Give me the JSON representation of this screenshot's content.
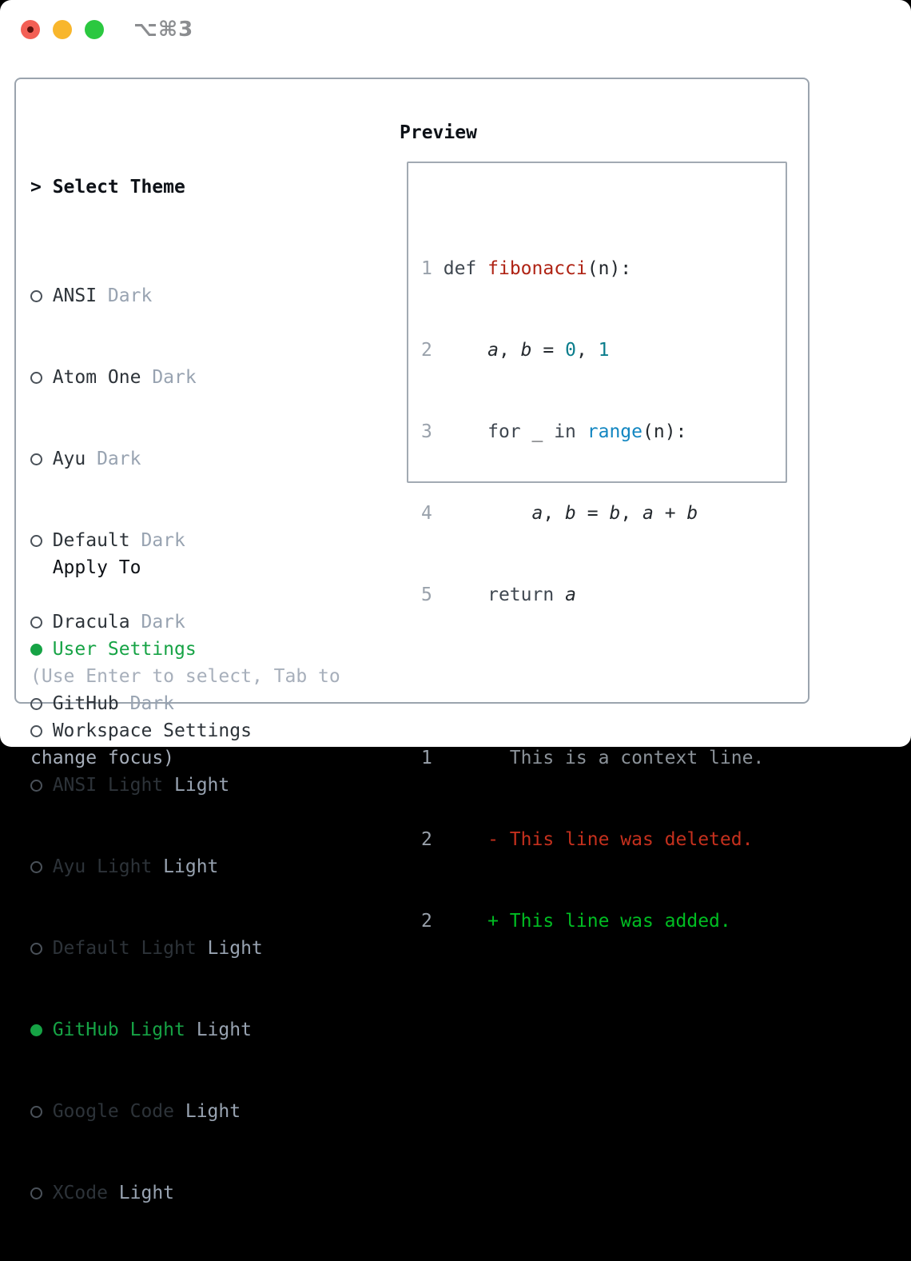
{
  "titlebar": {
    "shortcut": "⌥⌘3"
  },
  "colors": {
    "selected_green": "#16a345",
    "added_green": "#00bd22",
    "deleted_red": "#c5301d",
    "function_red": "#af2314",
    "number_teal": "#0a7d8c",
    "builtin_blue": "#1286c1",
    "muted_gray": "#98a3b1"
  },
  "themes": {
    "prompt": ">",
    "header": "Select Theme",
    "items": [
      {
        "name": "ANSI",
        "variant": "Dark",
        "selected": false
      },
      {
        "name": "Atom One",
        "variant": "Dark",
        "selected": false
      },
      {
        "name": "Ayu",
        "variant": "Dark",
        "selected": false
      },
      {
        "name": "Default",
        "variant": "Dark",
        "selected": false
      },
      {
        "name": "Dracula",
        "variant": "Dark",
        "selected": false
      },
      {
        "name": "GitHub",
        "variant": "Dark",
        "selected": false
      },
      {
        "name": "ANSI Light",
        "variant": "Light",
        "selected": false
      },
      {
        "name": "Ayu Light",
        "variant": "Light",
        "selected": false
      },
      {
        "name": "Default Light",
        "variant": "Light",
        "selected": false
      },
      {
        "name": "GitHub Light",
        "variant": "Light",
        "selected": true
      },
      {
        "name": "Google Code",
        "variant": "Light",
        "selected": false
      },
      {
        "name": "XCode",
        "variant": "Light",
        "selected": false
      }
    ]
  },
  "apply_to": {
    "header": "Apply To",
    "items": [
      {
        "name": "User Settings",
        "selected": true
      },
      {
        "name": "Workspace Settings",
        "selected": false
      }
    ]
  },
  "hint": {
    "line1": "(Use Enter to select, Tab to",
    "line2": "change focus)"
  },
  "preview": {
    "header": "Preview",
    "code": [
      {
        "tokens": [
          {
            "c": "ln",
            "t": "1"
          },
          {
            "c": "pl",
            "t": " "
          },
          {
            "c": "kw",
            "t": "def"
          },
          {
            "c": "pl",
            "t": " "
          },
          {
            "c": "fn",
            "t": "fibonacci"
          },
          {
            "c": "pl",
            "t": "(n):"
          }
        ]
      },
      {
        "tokens": [
          {
            "c": "ln",
            "t": "2"
          },
          {
            "c": "pl",
            "t": "     "
          },
          {
            "c": "vr",
            "t": "a"
          },
          {
            "c": "pl",
            "t": ", "
          },
          {
            "c": "vr",
            "t": "b"
          },
          {
            "c": "pl",
            "t": " = "
          },
          {
            "c": "num",
            "t": "0"
          },
          {
            "c": "pl",
            "t": ", "
          },
          {
            "c": "num",
            "t": "1"
          }
        ]
      },
      {
        "tokens": [
          {
            "c": "ln",
            "t": "3"
          },
          {
            "c": "pl",
            "t": "     "
          },
          {
            "c": "kw",
            "t": "for"
          },
          {
            "c": "pl",
            "t": " _ "
          },
          {
            "c": "kw",
            "t": "in"
          },
          {
            "c": "pl",
            "t": " "
          },
          {
            "c": "bl",
            "t": "range"
          },
          {
            "c": "pl",
            "t": "(n):"
          }
        ]
      },
      {
        "tokens": [
          {
            "c": "ln",
            "t": "4"
          },
          {
            "c": "pl",
            "t": "         "
          },
          {
            "c": "vr",
            "t": "a"
          },
          {
            "c": "pl",
            "t": ", "
          },
          {
            "c": "vr",
            "t": "b"
          },
          {
            "c": "pl",
            "t": " = "
          },
          {
            "c": "vr",
            "t": "b"
          },
          {
            "c": "pl",
            "t": ", "
          },
          {
            "c": "vr",
            "t": "a"
          },
          {
            "c": "pl",
            "t": " + "
          },
          {
            "c": "vr",
            "t": "b"
          }
        ]
      },
      {
        "tokens": [
          {
            "c": "ln",
            "t": "5"
          },
          {
            "c": "pl",
            "t": "     "
          },
          {
            "c": "kw",
            "t": "return"
          },
          {
            "c": "pl",
            "t": " "
          },
          {
            "c": "vr",
            "t": "a"
          }
        ]
      },
      {
        "tokens": []
      },
      {
        "tokens": [
          {
            "c": "ln",
            "t": "1"
          },
          {
            "c": "ctx",
            "t": "       This is a context line."
          }
        ]
      },
      {
        "tokens": [
          {
            "c": "ln",
            "t": "2"
          },
          {
            "c": "del",
            "t": "     - This line was deleted."
          }
        ]
      },
      {
        "tokens": [
          {
            "c": "ln",
            "t": "2"
          },
          {
            "c": "add",
            "t": "     + This line was added."
          }
        ]
      }
    ]
  }
}
